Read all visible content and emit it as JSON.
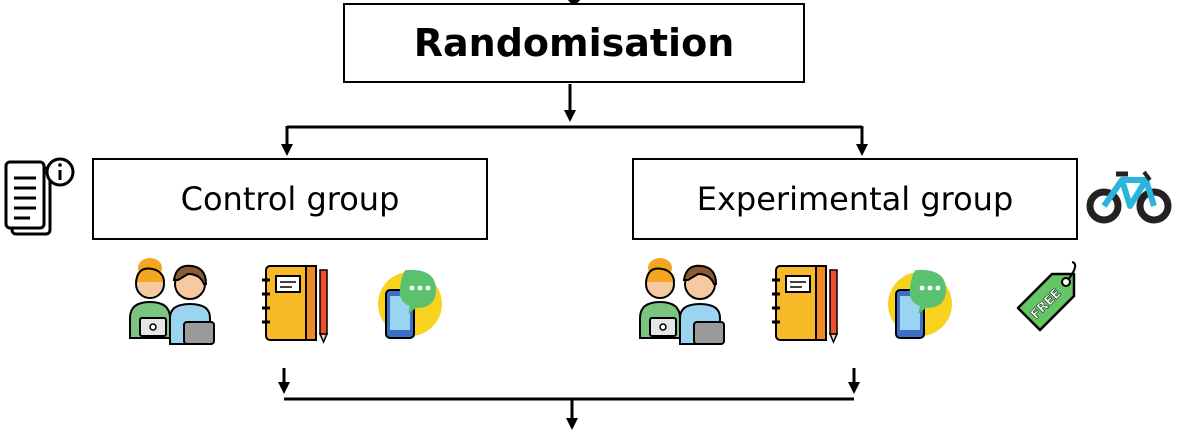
{
  "randomisation": {
    "label": "Randomisation"
  },
  "control_group": {
    "label": "Control group",
    "side_icon": "information-document-icon",
    "icons": [
      "consultation-icon",
      "notebook-icon",
      "mobile-message-icon"
    ]
  },
  "experimental_group": {
    "label": "Experimental group",
    "side_icon": "bicycle-icon",
    "icons": [
      "consultation-icon",
      "notebook-icon",
      "mobile-message-icon",
      "free-tag-icon"
    ]
  },
  "free_tag": {
    "text": "FREE"
  },
  "colors": {
    "line": "#000000",
    "skin": "#f7c9a0",
    "hair_orange": "#f4a623",
    "shirt_green": "#7bc47f",
    "shirt_blue": "#9ad4f0",
    "notebook_yellow": "#f7b928",
    "notebook_orange": "#f08a24",
    "bubble_green": "#5cc16e",
    "phone_blue": "#3c6fc5",
    "tag_green": "#65c466",
    "bike_blue": "#29b5de"
  }
}
